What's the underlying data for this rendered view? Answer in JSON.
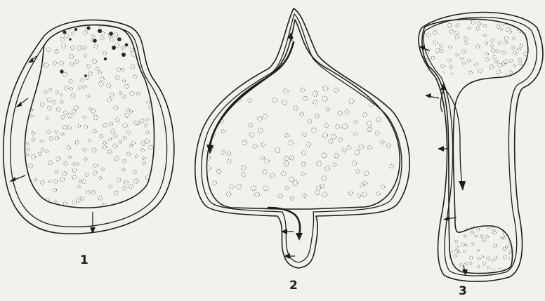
{
  "figures": [
    {
      "label": "1"
    },
    {
      "label": "2"
    },
    {
      "label": "3"
    }
  ]
}
